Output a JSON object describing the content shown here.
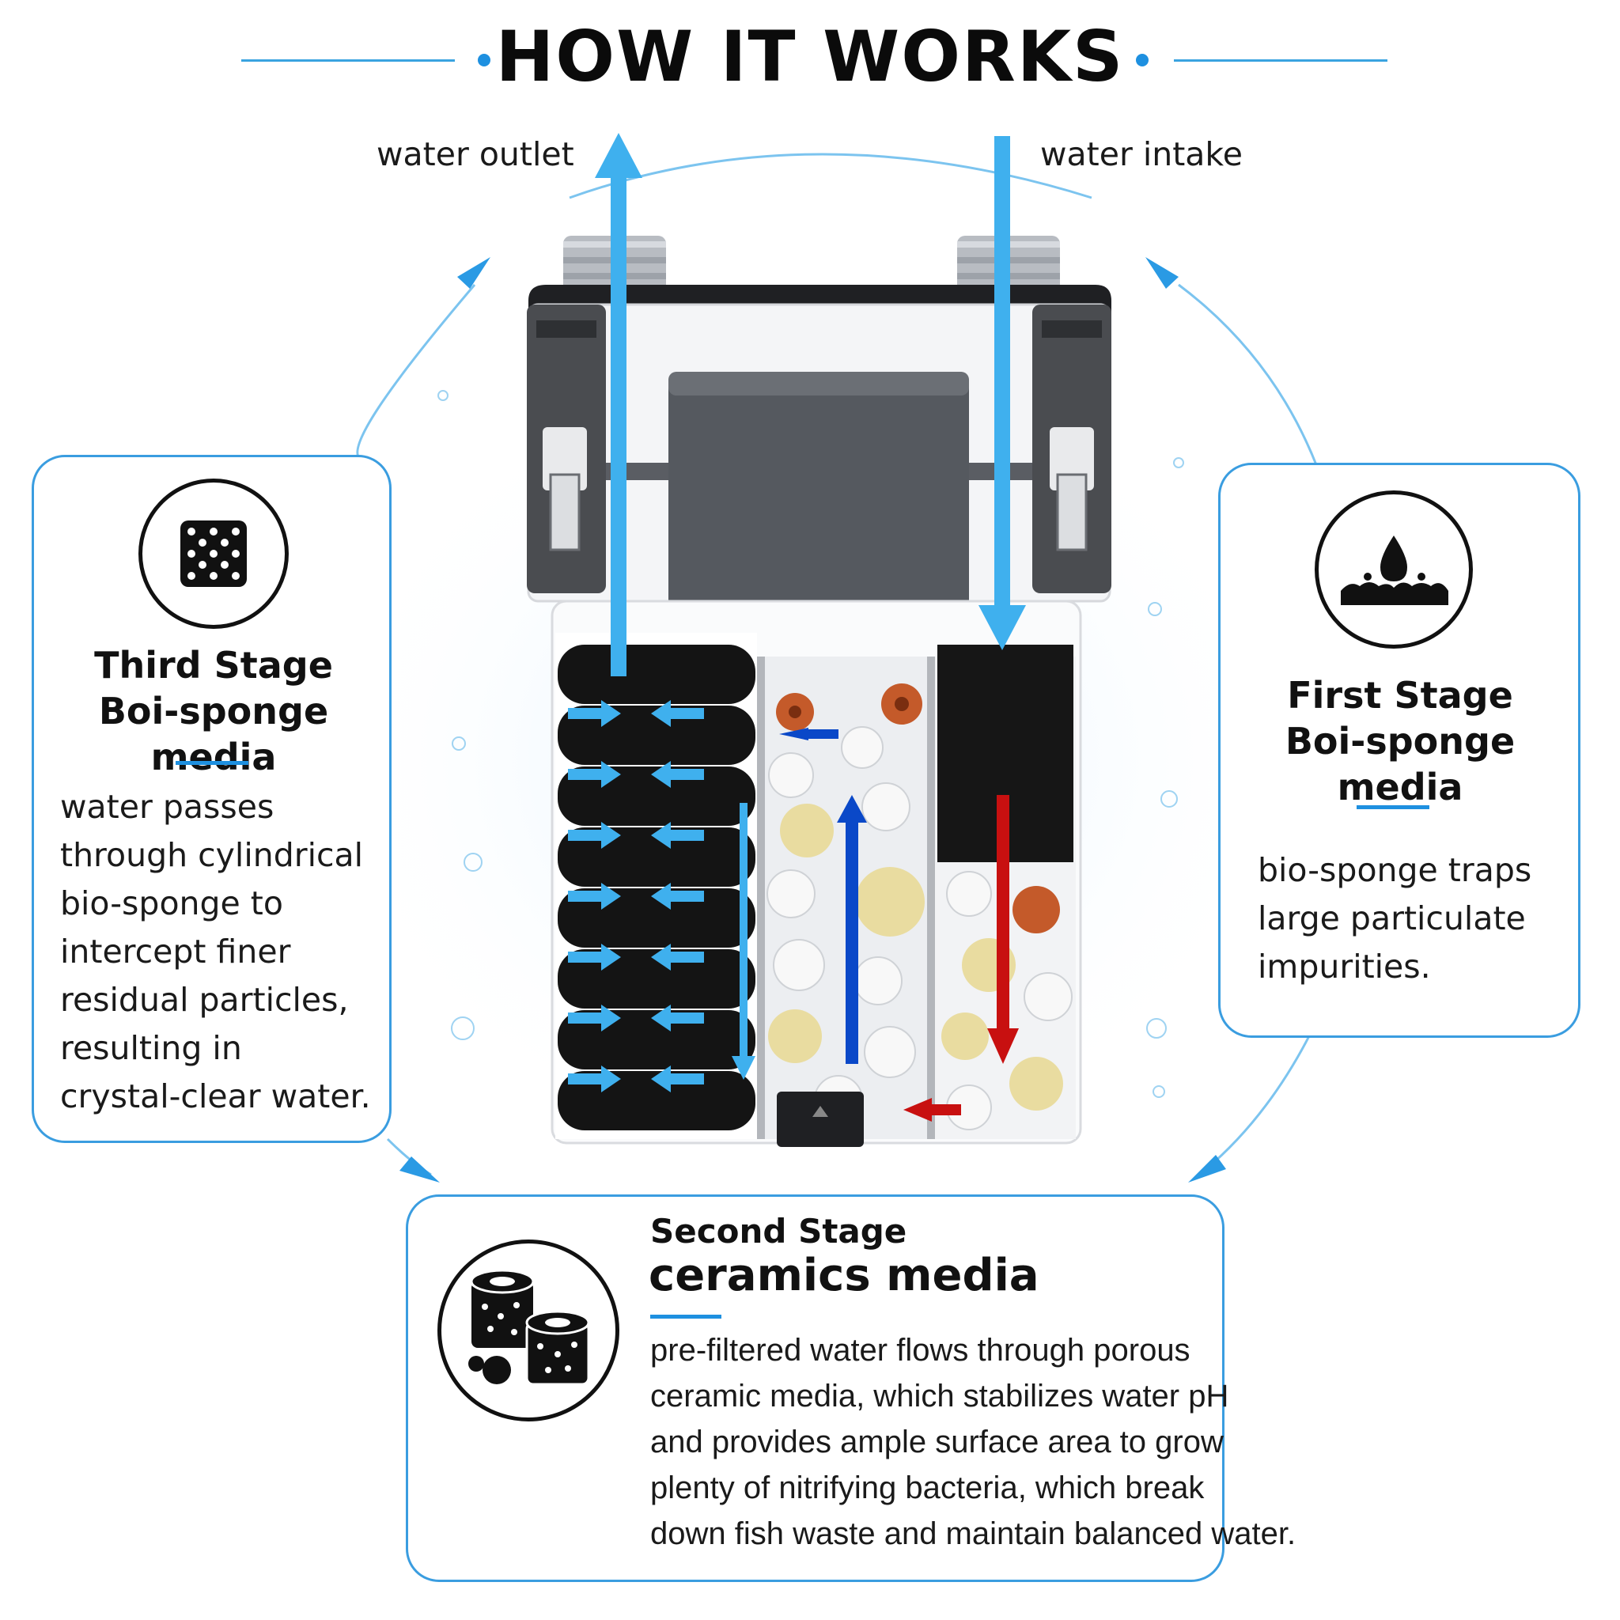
{
  "header": {
    "title": "HOW IT WORKS"
  },
  "flow": {
    "outlet_label": "water outlet",
    "intake_label": "water intake"
  },
  "stages": {
    "third": {
      "title_line1": "Third Stage",
      "title_line2": "Boi-sponge media",
      "icon": "sponge-dots-icon",
      "lines": [
        "water passes",
        "through cylindrical",
        "bio-sponge to",
        "intercept finer",
        "residual particles,",
        "resulting in",
        "crystal-clear water."
      ]
    },
    "first": {
      "title_line1": "First Stage",
      "title_line2": "Boi-sponge media",
      "icon": "water-drop-icon",
      "lines": [
        "bio-sponge traps",
        "large particulate",
        "impurities."
      ]
    },
    "second": {
      "title_line1": "Second Stage",
      "title_line2": "ceramics media",
      "icon": "ceramic-rings-icon",
      "lines": [
        "pre-filtered water flows through porous",
        "ceramic media, which stabilizes water pH",
        "and provides ample surface area to grow",
        "plenty of nitrifying bacteria, which break",
        "down fish waste and maintain balanced water."
      ]
    }
  },
  "colors": {
    "accent": "#1e90e0",
    "flow_blue": "#3fb0ee",
    "flow_dark_blue": "#0a48c8",
    "flow_red": "#c81010"
  }
}
